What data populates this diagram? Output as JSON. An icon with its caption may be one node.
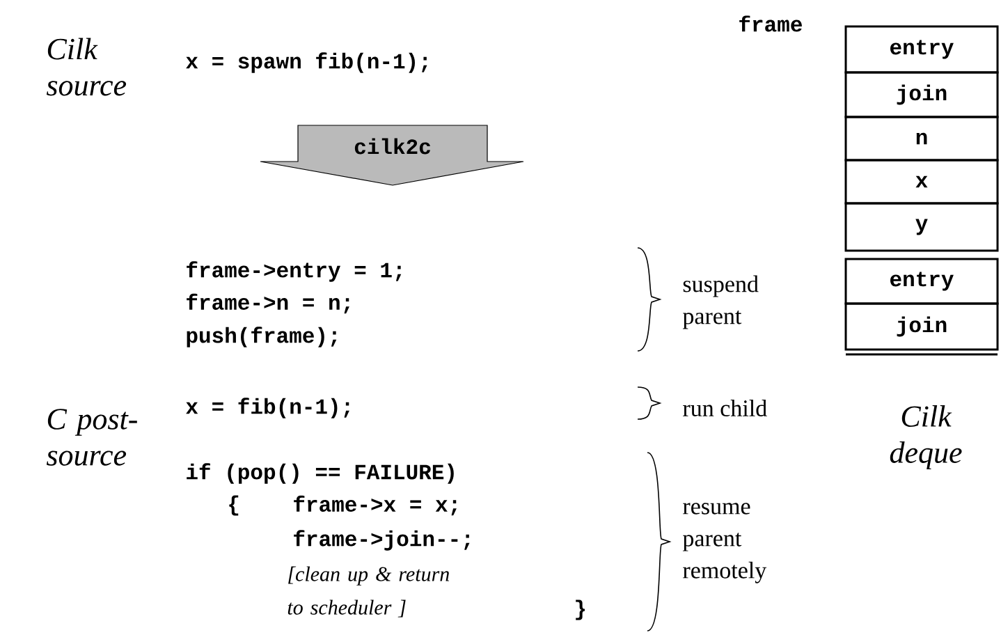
{
  "diagram": {
    "nodes": [
      {
        "text": [
          "cilk2c"
        ]
      },
      {
        "text": [
          "entry"
        ]
      },
      {
        "text": [
          "join"
        ]
      },
      {
        "text": [
          "n"
        ]
      },
      {
        "text": [
          "x"
        ]
      },
      {
        "text": [
          "y"
        ]
      },
      {
        "text": [
          "entry"
        ]
      },
      {
        "text": [
          "join"
        ]
      }
    ],
    "labels": [
      "Cilk source",
      "x = spawn fib(n-1);",
      "frame",
      "frame->entry = 1;",
      "frame->n = n;",
      "push(frame);",
      "suspend parent",
      "C post-source",
      "x = fib(n-1);",
      "run child",
      "Cilk deque",
      "if (pop() == FAILURE)",
      "{",
      "frame->x = x;",
      "frame->join--;",
      "[clean up & return to scheduler ]",
      "}",
      "resume parent remotely"
    ]
  }
}
